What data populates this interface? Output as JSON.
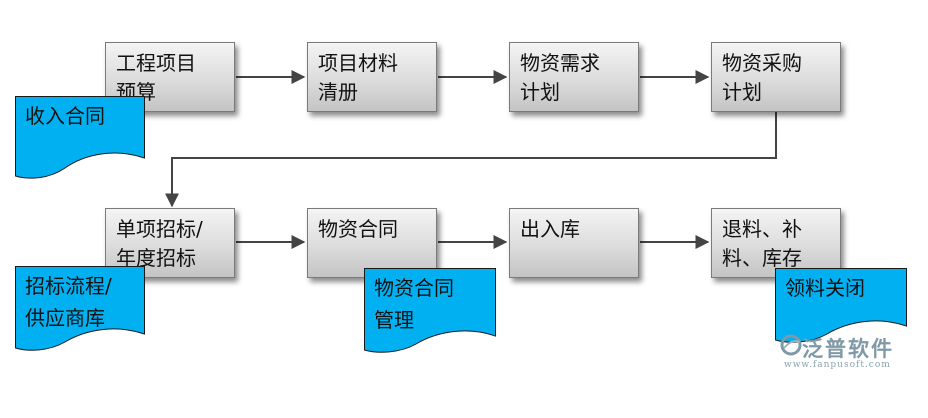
{
  "diagram": {
    "boxes": {
      "b1": "工程项目\n预算",
      "b2": "项目材料\n清册",
      "b3": "物资需求\n计划",
      "b4": "物资采购\n计划",
      "b5": "单项招标/\n年度招标",
      "b6": "物资合同",
      "b7": "出入库",
      "b8": "退料、补\n料、库存"
    },
    "notes": {
      "n1": "收入合同",
      "n2": "招标流程/\n供应商库",
      "n3": "物资合同\n管理",
      "n4": "领料关闭"
    }
  },
  "colors": {
    "note_fill": "#00b0f0",
    "box_border": "#7a7a7a",
    "arrow": "#444444"
  },
  "watermark": {
    "brand": "泛普软件",
    "url": "www.fanpusoft.com"
  }
}
